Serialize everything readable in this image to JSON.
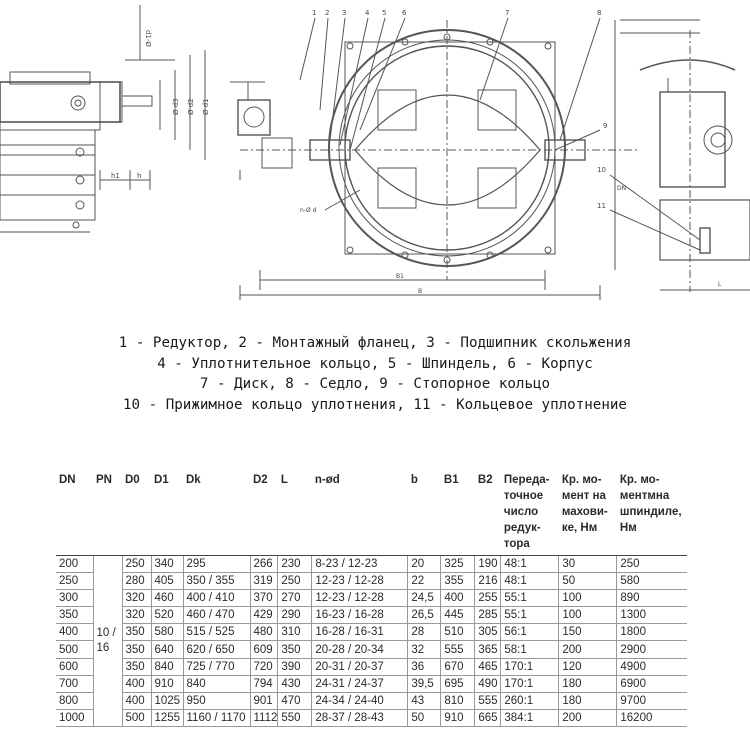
{
  "drawing": {
    "dim_labels": [
      "d1-Ø",
      "h1",
      "h",
      "Ø d3",
      "Ø d2",
      "Ø d1",
      "n-Ø d",
      "B1",
      "B",
      "L",
      "DN",
      "1",
      "2",
      "3",
      "4",
      "5",
      "6",
      "7",
      "8",
      "9",
      "10",
      "11"
    ]
  },
  "legend": [
    "1 - Редуктор, 2 - Монтажный фланец, 3 - Подшипник скольжения",
    "4 - Уплотнительное кольцо, 5 - Шпиндель, 6 - Корпус",
    "7 - Диск, 8 - Седло, 9 - Стопорное кольцо",
    "10 - Прижимное кольцо уплотнения, 11 - Кольцевое уплотнение"
  ],
  "table": {
    "headers": [
      "DN",
      "PN",
      "D0",
      "D1",
      "Dk",
      "D2",
      "L",
      "n-ød",
      "b",
      "B1",
      "B2",
      "Переда-точное число редук-тора",
      "Кр. мо-мент на махови-ке, Нм",
      "Кр. мо-ментмна шпиндиле, Нм"
    ],
    "pn_value": "10 / 16",
    "rows": [
      [
        "200",
        "250",
        "340",
        "295",
        "266",
        "230",
        "8-23 / 12-23",
        "20",
        "325",
        "190",
        "48:1",
        "30",
        "250"
      ],
      [
        "250",
        "280",
        "405",
        "350 / 355",
        "319",
        "250",
        "12-23 / 12-28",
        "22",
        "355",
        "216",
        "48:1",
        "50",
        "580"
      ],
      [
        "300",
        "320",
        "460",
        "400 / 410",
        "370",
        "270",
        "12-23 / 12-28",
        "24,5",
        "400",
        "255",
        "55:1",
        "100",
        "890"
      ],
      [
        "350",
        "320",
        "520",
        "460 / 470",
        "429",
        "290",
        "16-23 / 16-28",
        "26,5",
        "445",
        "285",
        "55:1",
        "100",
        "1300"
      ],
      [
        "400",
        "350",
        "580",
        "515 / 525",
        "480",
        "310",
        "16-28 / 16-31",
        "28",
        "510",
        "305",
        "56:1",
        "150",
        "1800"
      ],
      [
        "500",
        "350",
        "640",
        "620 / 650",
        "609",
        "350",
        "20-28 / 20-34",
        "32",
        "555",
        "365",
        "58:1",
        "200",
        "2900"
      ],
      [
        "600",
        "350",
        "840",
        "725 / 770",
        "720",
        "390",
        "20-31 / 20-37",
        "36",
        "670",
        "465",
        "170:1",
        "120",
        "4900"
      ],
      [
        "700",
        "400",
        "910",
        "840",
        "794",
        "430",
        "24-31 / 24-37",
        "39,5",
        "695",
        "490",
        "170:1",
        "180",
        "6900"
      ],
      [
        "800",
        "400",
        "1025",
        "950",
        "901",
        "470",
        "24-34 / 24-40",
        "43",
        "810",
        "555",
        "260:1",
        "180",
        "9700"
      ],
      [
        "1000",
        "500",
        "1255",
        "1160 / 1170",
        "1112",
        "550",
        "28-37 / 28-43",
        "50",
        "910",
        "665",
        "384:1",
        "200",
        "16200"
      ]
    ]
  }
}
